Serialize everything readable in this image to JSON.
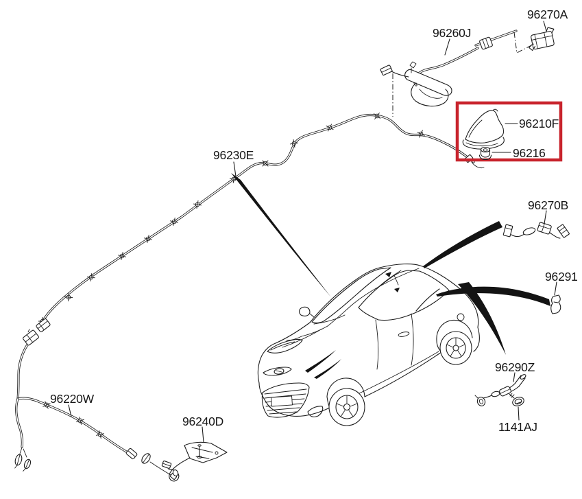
{
  "diagram": {
    "type": "parts-diagram",
    "subject": "roof-antenna-and-feeder-cable",
    "background": "#ffffff",
    "line_color": "#1c1c1c",
    "highlight_color": "#c8232c",
    "highlighted_parts": [
      "96210F",
      "96216"
    ],
    "parts": [
      {
        "label": "96270A"
      },
      {
        "label": "96260J"
      },
      {
        "label": "96210F",
        "highlighted": true
      },
      {
        "label": "96216",
        "highlighted": true
      },
      {
        "label": "96230E"
      },
      {
        "label": "96270B"
      },
      {
        "label": "96291"
      },
      {
        "label": "96290Z"
      },
      {
        "label": "1141AJ"
      },
      {
        "label": "96220W"
      },
      {
        "label": "96240D"
      }
    ]
  }
}
